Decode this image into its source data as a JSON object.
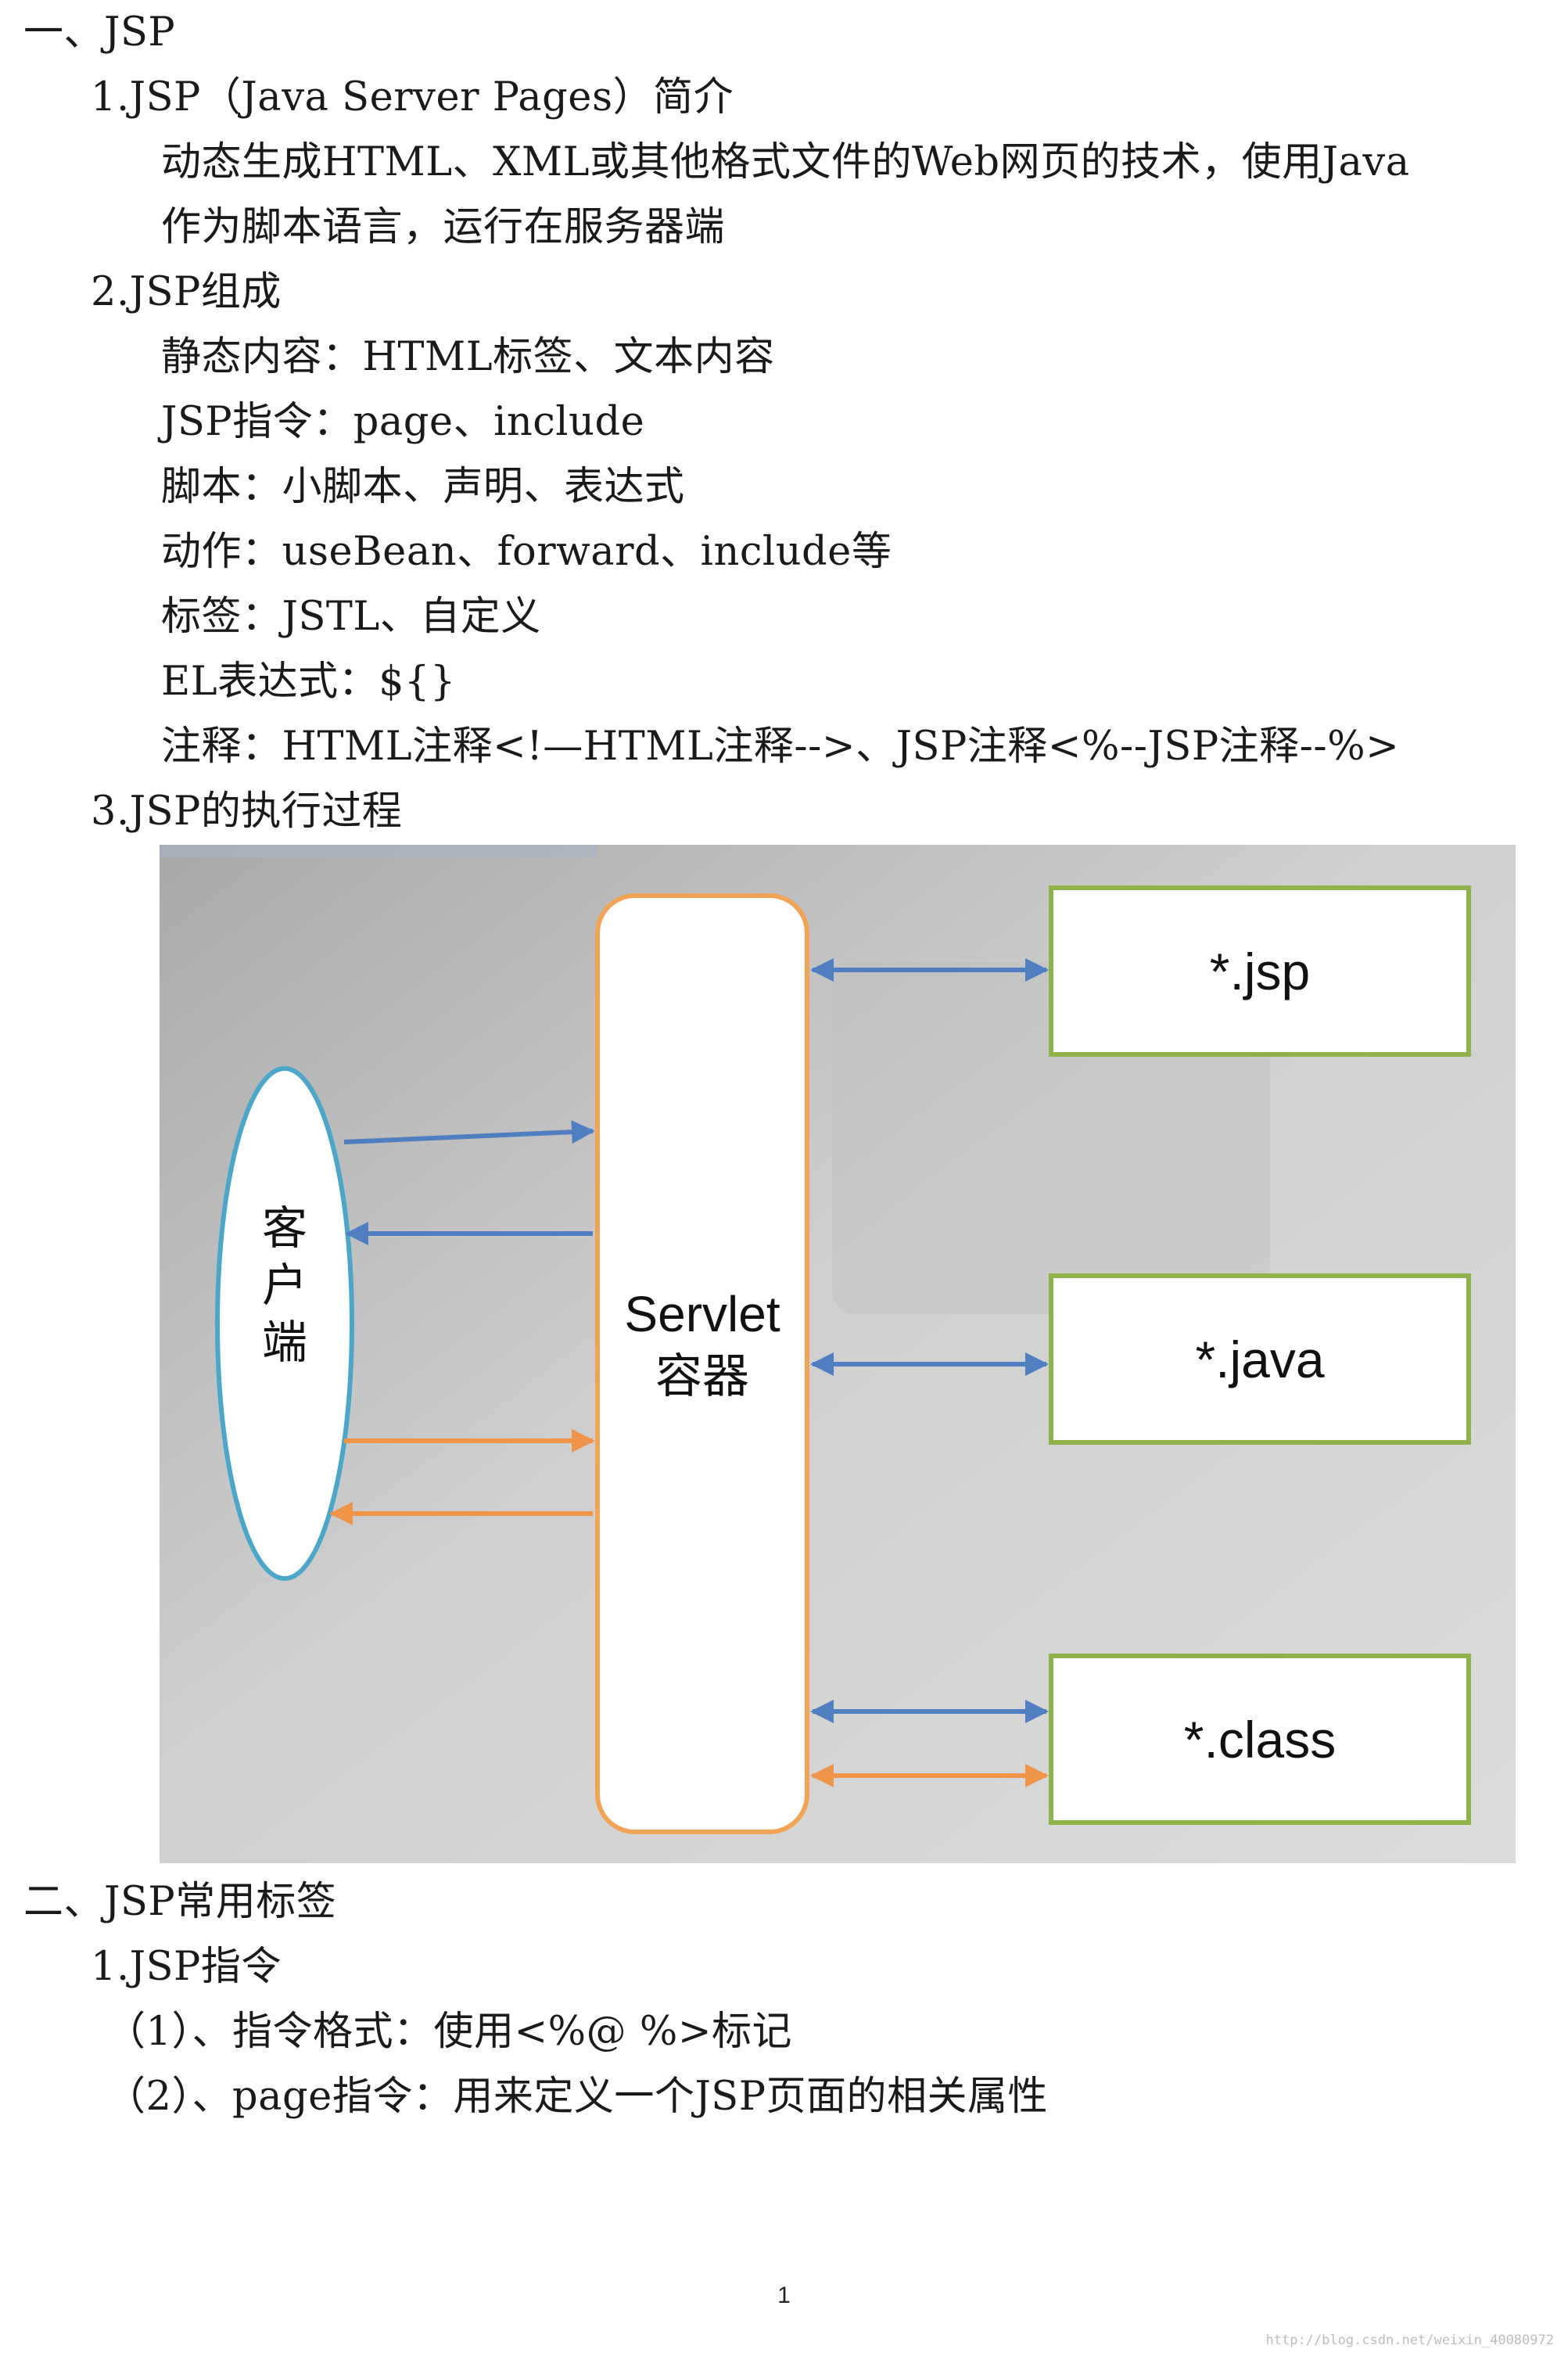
{
  "sections": {
    "s1_title": "一、JSP",
    "s1_1_title": "1.JSP（Java Server Pages）简介",
    "s1_1_line1": "动态生成HTML、XML或其他格式文件的Web网页的技术，使用Java",
    "s1_1_line2": "作为脚本语言，运行在服务器端",
    "s1_2_title": "2.JSP组成",
    "s1_2_items": [
      "静态内容：HTML标签、文本内容",
      "JSP指令：page、include",
      "脚本：小脚本、声明、表达式",
      "动作：useBean、forward、include等",
      "标签：JSTL、自定义",
      "EL表达式：${}",
      "注释：HTML注释<!—HTML注释-->、JSP注释<%--JSP注释--%>"
    ],
    "s1_3_title": "3.JSP的执行过程",
    "s2_title": "二、JSP常用标签",
    "s2_1_title": "1.JSP指令",
    "s2_1_item1": "（1）、指令格式：使用<%@ %>标记",
    "s2_1_item2": "（2）、page指令：用来定义一个JSP页面的相关属性"
  },
  "diagram": {
    "client_label": [
      "客",
      "户",
      "端"
    ],
    "container_label_line1": "Servlet",
    "container_label_line2": "容器",
    "boxes": [
      "*.jsp",
      "*.java",
      "*.class"
    ],
    "colors": {
      "client_border": "#4ba6c9",
      "container_border": "#f2a456",
      "box_border": "#8fb24a",
      "arrow_blue": "#4f7fc0",
      "arrow_orange": "#f0944a"
    }
  },
  "footer": {
    "page_number": "1",
    "watermark": "http://blog.csdn.net/weixin_40080972"
  }
}
